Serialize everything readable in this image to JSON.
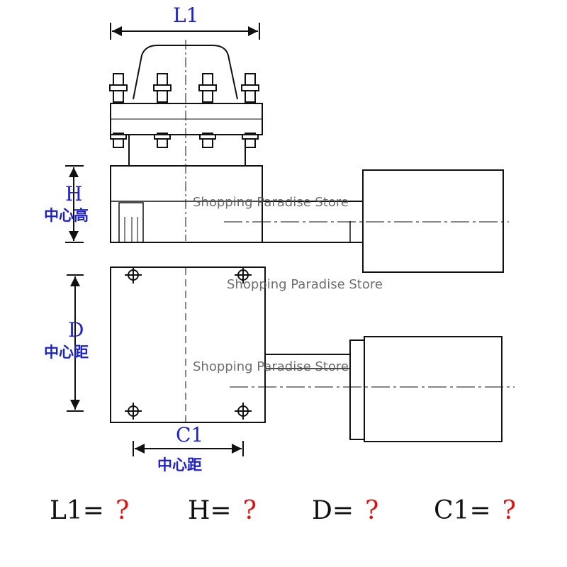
{
  "colors": {
    "line": "#111111",
    "dimension": "#1e22c8",
    "question": "#e01010",
    "watermark": "#555555"
  },
  "dimensions": {
    "l1": {
      "label": "L1"
    },
    "h": {
      "label": "H",
      "sub": "中心高"
    },
    "d": {
      "label": "D",
      "sub": "中心距"
    },
    "c1": {
      "label": "C1",
      "sub": "中心距"
    }
  },
  "watermark": "Shopping Paradise Store",
  "formulas": [
    {
      "name": "L1=",
      "value": "?"
    },
    {
      "name": "H=",
      "value": "?"
    },
    {
      "name": "D=",
      "value": "?"
    },
    {
      "name": "C1=",
      "value": "?"
    }
  ]
}
